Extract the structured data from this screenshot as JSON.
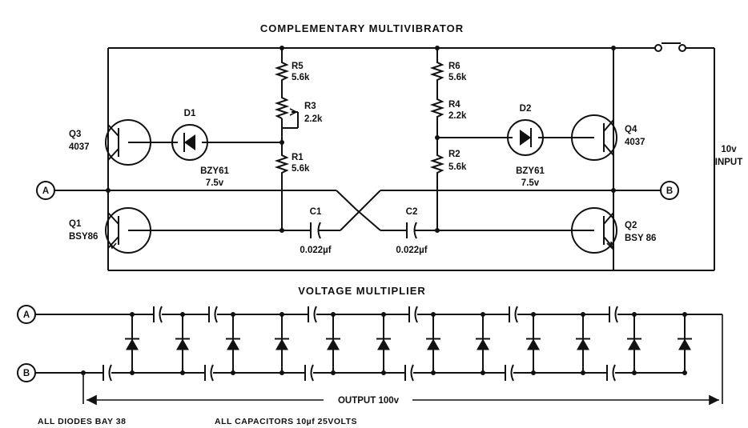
{
  "titles": {
    "top": "COMPLEMENTARY MULTIVIBRATOR",
    "bottom": "VOLTAGE MULTIPLIER"
  },
  "terminals": {
    "a": "A",
    "b": "B"
  },
  "input": {
    "line1": "10v",
    "line2": "INPUT"
  },
  "transistors": {
    "q3": {
      "name": "Q3",
      "type": "4037"
    },
    "q1": {
      "name": "Q1",
      "type": "BSY86"
    },
    "q4": {
      "name": "Q4",
      "type": "4037"
    },
    "q2": {
      "name": "Q2",
      "type": "BSY 86"
    }
  },
  "diodes": {
    "d1": {
      "name": "D1",
      "type": "BZY61",
      "voltage": "7.5v"
    },
    "d2": {
      "name": "D2",
      "type": "BZY61",
      "voltage": "7.5v"
    }
  },
  "resistors": {
    "r5": {
      "name": "R5",
      "value": "5.6k"
    },
    "r3": {
      "name": "R3",
      "value": "2.2k"
    },
    "r1": {
      "name": "R1",
      "value": "5.6k"
    },
    "r6": {
      "name": "R6",
      "value": "5.6k"
    },
    "r4": {
      "name": "R4",
      "value": "2.2k"
    },
    "r2": {
      "name": "R2",
      "value": "5.6k"
    }
  },
  "capacitors": {
    "c1": {
      "name": "C1",
      "value": "0.022µf"
    },
    "c2": {
      "name": "C2",
      "value": "0.022µf"
    }
  },
  "multiplier": {
    "output": "OUTPUT  100v",
    "note_diodes": "ALL  DIODES  BAY 38",
    "note_capacitors": "ALL  CAPACITORS  10µf  25VOLTS"
  }
}
